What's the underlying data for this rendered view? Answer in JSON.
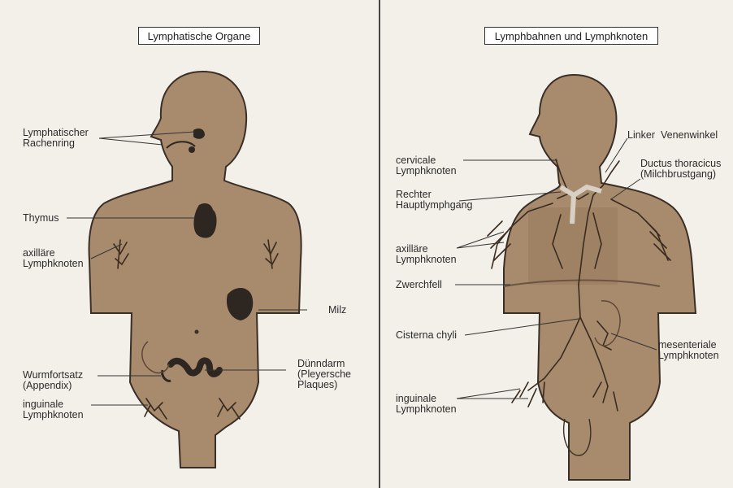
{
  "colors": {
    "skin": "#a88a6c",
    "skin_dark": "#8f7257",
    "organ": "#2e2620",
    "outline": "#3a2f27",
    "background": "#f3f0ea"
  },
  "left_panel": {
    "title": "Lymphatische Organe",
    "labels": {
      "rachenring": "Lymphatischer\nRachenring",
      "thymus": "Thymus",
      "axillaere": "axilläre\nLymphknoten",
      "milz": "Milz",
      "wurmfortsatz": "Wurmfortsatz\n(Appendix)",
      "duenndarm": "Dünndarm\n(Pleyersche\nPlaques)",
      "inguinale": "inguinale\nLymphknoten"
    }
  },
  "right_panel": {
    "title": "Lymphbahnen und Lymphknoten",
    "labels": {
      "cervicale": "cervicale\nLymphknoten",
      "venenwinkel": "Linker  Venenwinkel",
      "ductus": "Ductus thoracicus\n(Milchbrustgang)",
      "rechter": "Rechter\nHauptlymphgang",
      "axillaere": "axilläre\nLymphknoten",
      "zwerchfell": "Zwerchfell",
      "cisterna": "Cisterna chyli",
      "mesenteriale": "mesenteriale\nLymphknoten",
      "inguinale": "inguinale\nLymphknoten"
    }
  }
}
